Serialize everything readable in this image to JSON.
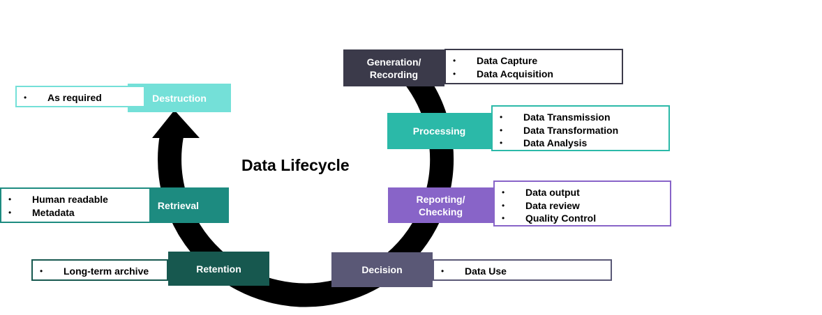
{
  "title": "Data Lifecycle",
  "colors": {
    "arrow": "#000000",
    "generation": "#3b3a4a",
    "processing": "#2bb9a8",
    "reporting": "#8864c8",
    "decision": "#5a5876",
    "retention": "#17584f",
    "retrieval": "#1d8b80",
    "destruction": "#74e0d8"
  },
  "stages": [
    {
      "key": "generation",
      "label": "Generation/\nRecording",
      "details": [
        "Data Capture",
        "Data Acquisition"
      ]
    },
    {
      "key": "processing",
      "label": "Processing",
      "details": [
        "Data Transmission",
        "Data Transformation",
        "Data Analysis"
      ]
    },
    {
      "key": "reporting",
      "label": "Reporting/\nChecking",
      "details": [
        "Data output",
        "Data review",
        "Quality Control"
      ]
    },
    {
      "key": "decision",
      "label": "Decision",
      "details": [
        "Data Use"
      ]
    },
    {
      "key": "retention",
      "label": "Retention",
      "details": [
        "Long-term archive"
      ]
    },
    {
      "key": "retrieval",
      "label": "Retrieval",
      "details": [
        "Human readable",
        "Metadata"
      ]
    },
    {
      "key": "destruction",
      "label": "Destruction",
      "details": [
        "As required"
      ]
    }
  ]
}
